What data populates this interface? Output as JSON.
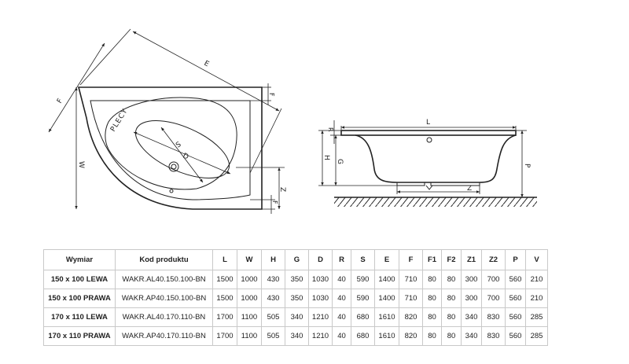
{
  "diagram": {
    "top_view": {
      "labels": {
        "E": "E",
        "F": "F",
        "F1": "F",
        "W": "W",
        "Z": "Z",
        "F2": "F",
        "S": "S",
        "D": "D",
        "plecy": "PLECY"
      }
    },
    "side_view": {
      "labels": {
        "L": "L",
        "R": "R",
        "H": "H",
        "G": "G",
        "P": "P",
        "Z2": "Z"
      }
    }
  },
  "table": {
    "headers": [
      "Wymiar",
      "Kod produktu",
      "L",
      "W",
      "H",
      "G",
      "D",
      "R",
      "S",
      "E",
      "F",
      "F1",
      "F2",
      "Z1",
      "Z2",
      "P",
      "V"
    ],
    "rows": [
      [
        "150 x 100 LEWA",
        "WAKR.AL40.150.100-BN",
        "1500",
        "1000",
        "430",
        "350",
        "1030",
        "40",
        "590",
        "1400",
        "710",
        "80",
        "80",
        "300",
        "700",
        "560",
        "210"
      ],
      [
        "150 x 100 PRAWA",
        "WAKR.AP40.150.100-BN",
        "1500",
        "1000",
        "430",
        "350",
        "1030",
        "40",
        "590",
        "1400",
        "710",
        "80",
        "80",
        "300",
        "700",
        "560",
        "210"
      ],
      [
        "170 x 110 LEWA",
        "WAKR.AL40.170.110-BN",
        "1700",
        "1100",
        "505",
        "340",
        "1210",
        "40",
        "680",
        "1610",
        "820",
        "80",
        "80",
        "340",
        "830",
        "560",
        "285"
      ],
      [
        "170 x 110 PRAWA",
        "WAKR.AP40.170.110-BN",
        "1700",
        "1100",
        "505",
        "340",
        "1210",
        "40",
        "680",
        "1610",
        "820",
        "80",
        "80",
        "340",
        "830",
        "560",
        "285"
      ]
    ]
  }
}
